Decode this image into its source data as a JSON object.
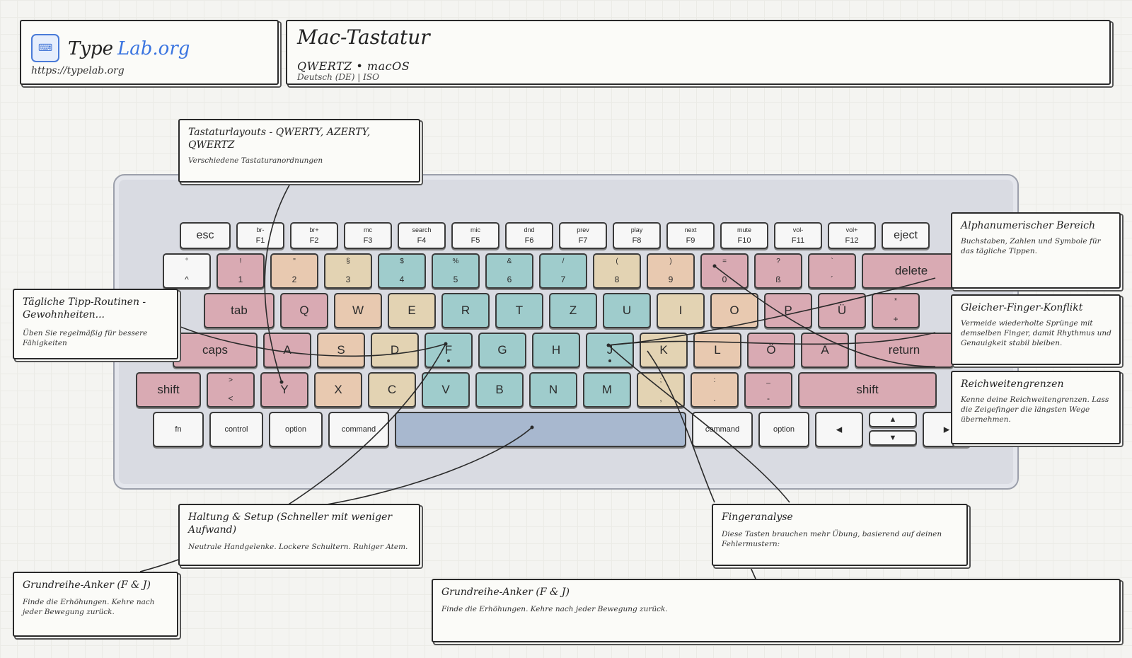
{
  "brand": {
    "type": "Type",
    "lab": "Lab.org",
    "url": "https://typelab.org",
    "icon": "keyboard-icon"
  },
  "header": {
    "title": "Mac-Tastatur",
    "subtitle": "QWERTZ • macOS",
    "meta": "Deutsch (DE)  |  ISO"
  },
  "colors": {
    "red": "#d9aab3",
    "peach": "#e8c9b0",
    "tan": "#e3d3b3",
    "teal": "#9fcccc",
    "blue": "#a8b8cf",
    "white": "#f7f7f7",
    "frame": "#d9dbe2"
  },
  "keyboard": {
    "fn_row": [
      {
        "mid": "esc"
      },
      {
        "top": "br-",
        "bot": "F1"
      },
      {
        "top": "br+",
        "bot": "F2"
      },
      {
        "top": "mc",
        "bot": "F3"
      },
      {
        "top": "search",
        "bot": "F4"
      },
      {
        "top": "mic",
        "bot": "F5"
      },
      {
        "top": "dnd",
        "bot": "F6"
      },
      {
        "top": "prev",
        "bot": "F7"
      },
      {
        "top": "play",
        "bot": "F8"
      },
      {
        "top": "next",
        "bot": "F9"
      },
      {
        "top": "mute",
        "bot": "F10"
      },
      {
        "top": "vol-",
        "bot": "F11"
      },
      {
        "top": "vol+",
        "bot": "F12"
      },
      {
        "mid": "eject"
      }
    ],
    "num_row": [
      {
        "top": "°",
        "bot": "^"
      },
      {
        "top": "!",
        "bot": "1"
      },
      {
        "top": "\"",
        "bot": "2"
      },
      {
        "top": "§",
        "bot": "3"
      },
      {
        "top": "$",
        "bot": "4"
      },
      {
        "top": "%",
        "bot": "5"
      },
      {
        "top": "&",
        "bot": "6"
      },
      {
        "top": "/",
        "bot": "7"
      },
      {
        "top": "(",
        "bot": "8"
      },
      {
        "top": ")",
        "bot": "9"
      },
      {
        "top": "=",
        "bot": "0"
      },
      {
        "top": "?",
        "bot": "ß"
      },
      {
        "top": "`",
        "bot": "´"
      },
      {
        "mid": "delete"
      }
    ],
    "q_row": [
      {
        "mid": "tab"
      },
      {
        "mid": "Q"
      },
      {
        "mid": "W"
      },
      {
        "mid": "E"
      },
      {
        "mid": "R"
      },
      {
        "mid": "T"
      },
      {
        "mid": "Z"
      },
      {
        "mid": "U"
      },
      {
        "mid": "I"
      },
      {
        "mid": "O"
      },
      {
        "mid": "P"
      },
      {
        "mid": "Ü"
      },
      {
        "top": "*",
        "bot": "+"
      }
    ],
    "a_row": [
      {
        "mid": "caps"
      },
      {
        "mid": "A"
      },
      {
        "mid": "S"
      },
      {
        "mid": "D"
      },
      {
        "mid": "F"
      },
      {
        "mid": "G"
      },
      {
        "mid": "H"
      },
      {
        "mid": "J"
      },
      {
        "mid": "K"
      },
      {
        "mid": "L"
      },
      {
        "mid": "Ö"
      },
      {
        "mid": "Ä"
      },
      {
        "mid": "return"
      }
    ],
    "z_row": [
      {
        "mid": "shift"
      },
      {
        "top": ">",
        "bot": "<"
      },
      {
        "mid": "Y"
      },
      {
        "mid": "X"
      },
      {
        "mid": "C"
      },
      {
        "mid": "V"
      },
      {
        "mid": "B"
      },
      {
        "mid": "N"
      },
      {
        "mid": "M"
      },
      {
        "top": ";",
        "bot": ","
      },
      {
        "top": ":",
        "bot": "."
      },
      {
        "top": "_",
        "bot": "-"
      },
      {
        "mid": "shift"
      }
    ],
    "bottom_row": [
      {
        "mid": "fn"
      },
      {
        "mid": "control"
      },
      {
        "mid": "option"
      },
      {
        "mid": "command"
      },
      {
        "mid": ""
      },
      {
        "mid": "command"
      },
      {
        "mid": "option"
      },
      {
        "mid": "◀"
      },
      {
        "mid": "▲"
      },
      {
        "mid": "▼"
      },
      {
        "mid": "▶"
      }
    ]
  },
  "annotations": {
    "layouts": {
      "title": "Tastaturlayouts - QWERTY, AZERTY, QWERTZ",
      "body": "Verschiedene Tastaturanordnungen"
    },
    "routine": {
      "title": "Tägliche Tipp-Routinen - Gewohnheiten...",
      "body": "Üben Sie regelmäßig für bessere Fähigkeiten"
    },
    "alpha": {
      "title": "Alphanumerischer Bereich",
      "body": "Buchstaben, Zahlen und Symbole für das tägliche Tippen."
    },
    "samefinger": {
      "title": "Gleicher-Finger-Konflikt",
      "body": "Vermeide wiederholte Sprünge mit demselben Finger, damit Rhythmus und Genauigkeit stabil bleiben."
    },
    "reach": {
      "title": "Reichweitengrenzen",
      "body": "Kenne deine Reichweitengrenzen. Lass die Zeigefinger die längsten Wege übernehmen."
    },
    "posture": {
      "title": "Haltung & Setup (Schneller mit weniger Aufwand)",
      "body": "Neutrale Handgelenke. Lockere Schultern. Ruhiger Atem."
    },
    "finger": {
      "title": "Fingeranalyse",
      "body": "Diese Tasten brauchen mehr Übung, basierend auf deinen Fehlermustern:"
    },
    "anchor_left": {
      "title": "Grundreihe-Anker (F & J)",
      "body": "Finde die Erhöhungen. Kehre nach jeder Bewegung zurück."
    },
    "anchor_wide": {
      "title": "Grundreihe-Anker (F & J)",
      "body": "Finde die Erhöhungen. Kehre nach jeder Bewegung zurück."
    }
  }
}
